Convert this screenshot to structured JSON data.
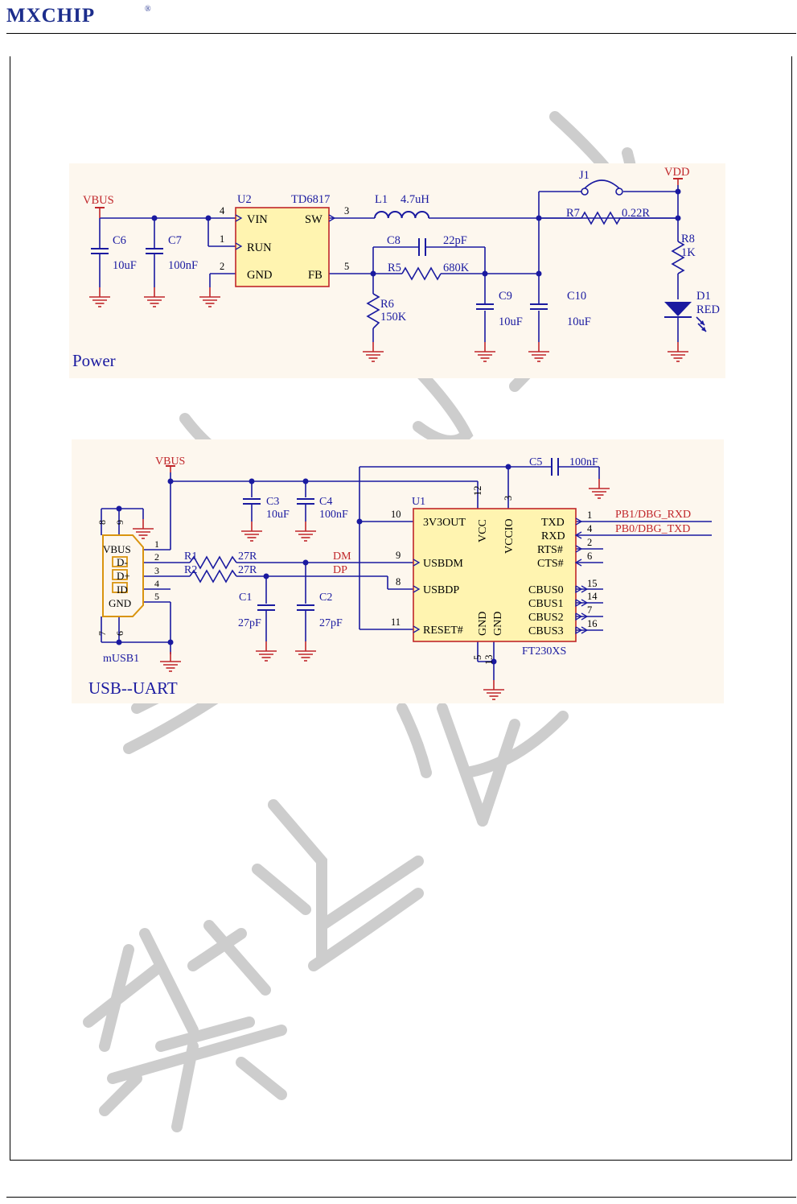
{
  "header": {
    "logo_text": "MXCHIP",
    "registered_mark": "®"
  },
  "watermark": {
    "text": "禁止复制"
  },
  "colors": {
    "wire": "#1a1aa0",
    "power": "#c0262a",
    "part": "#c0262a",
    "ic_fill": "#fff4b0",
    "ic_stroke": "#c0262a",
    "panel": "#fdf7ee",
    "junction": "#1a1aa0",
    "connector": "#d9940f",
    "watermark": "#c8c8c8",
    "label": "#1a1aa0",
    "net_label": "#c0262a"
  },
  "power_section": {
    "title": "Power",
    "vbus": "VBUS",
    "vdd": "VDD",
    "u2": {
      "ref": "U2",
      "part": "TD6817",
      "pins": {
        "vin": "VIN",
        "run": "RUN",
        "gnd": "GND",
        "sw": "SW",
        "fb": "FB"
      },
      "pin_numbers": {
        "vin": "4",
        "run": "1",
        "gnd": "2",
        "sw": "3",
        "fb": "5"
      }
    },
    "l1": {
      "ref": "L1",
      "value": "4.7uH"
    },
    "j1": {
      "ref": "J1"
    },
    "r7": {
      "ref": "R7",
      "value": "0.22R"
    },
    "r8": {
      "ref": "R8",
      "value": "1K"
    },
    "d1": {
      "ref": "D1",
      "value": "RED"
    },
    "c6": {
      "ref": "C6",
      "value": "10uF"
    },
    "c7": {
      "ref": "C7",
      "value": "100nF"
    },
    "c8": {
      "ref": "C8",
      "value": "22pF"
    },
    "r5": {
      "ref": "R5",
      "value": "680K"
    },
    "r6": {
      "ref": "R6",
      "value": "150K"
    },
    "c9": {
      "ref": "C9",
      "value": "10uF"
    },
    "c10": {
      "ref": "C10",
      "value": "10uF"
    }
  },
  "usb_section": {
    "title": "USB--UART",
    "vbus": "VBUS",
    "connector": {
      "ref": "mUSB1",
      "pins": [
        "VBUS",
        "D-",
        "D+",
        "ID",
        "GND"
      ],
      "pin_numbers": [
        "1",
        "2",
        "3",
        "4",
        "5"
      ],
      "shield_pins": [
        "8",
        "9",
        "7",
        "6"
      ]
    },
    "r1": {
      "ref": "R1",
      "value": "27R"
    },
    "r2": {
      "ref": "R2",
      "value": "27R"
    },
    "net_dm": "DM",
    "net_dp": "DP",
    "c1": {
      "ref": "C1",
      "value": "27pF"
    },
    "c2": {
      "ref": "C2",
      "value": "27pF"
    },
    "c3": {
      "ref": "C3",
      "value": "10uF"
    },
    "c4": {
      "ref": "C4",
      "value": "100nF"
    },
    "c5": {
      "ref": "C5",
      "value": "100nF"
    },
    "u1": {
      "ref": "U1",
      "part": "FT230XS",
      "left_pins": [
        {
          "name": "3V3OUT",
          "num": "10"
        },
        {
          "name": "USBDM",
          "num": "9"
        },
        {
          "name": "USBDP",
          "num": "8"
        },
        {
          "name": "RESET#",
          "num": "11"
        }
      ],
      "top_pins": [
        {
          "name": "VCC",
          "num": "12"
        },
        {
          "name": "VCCIO",
          "num": "3"
        }
      ],
      "bottom_pins": [
        {
          "name": "GND",
          "num": "5"
        },
        {
          "name": "GND",
          "num": "13"
        }
      ],
      "right_pins": [
        {
          "name": "TXD",
          "num": "1"
        },
        {
          "name": "RXD",
          "num": "4"
        },
        {
          "name": "RTS#",
          "num": "2"
        },
        {
          "name": "CTS#",
          "num": "6"
        },
        {
          "name": "CBUS0",
          "num": "15"
        },
        {
          "name": "CBUS1",
          "num": "14"
        },
        {
          "name": "CBUS2",
          "num": "7"
        },
        {
          "name": "CBUS3",
          "num": "16"
        }
      ]
    },
    "net_txd": "PB1/DBG_RXD",
    "net_rxd": "PB0/DBG_TXD"
  }
}
